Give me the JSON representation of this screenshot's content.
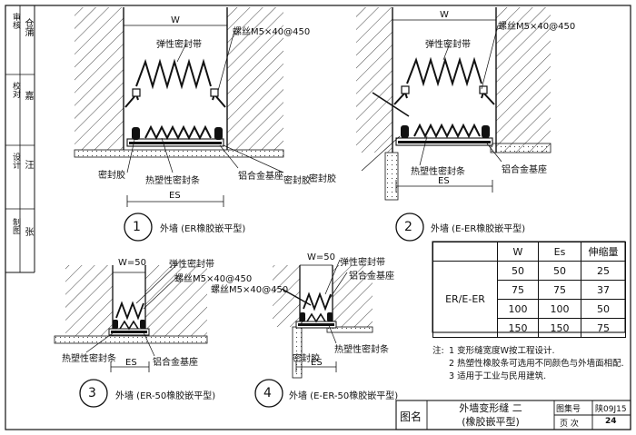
{
  "left_strip": {
    "cells": [
      "审核",
      "校对",
      "设计",
      "制图"
    ],
    "names": [
      "仓蒲",
      "嘉",
      "汪",
      "张"
    ]
  },
  "details": [
    {
      "number": "1",
      "caption": "外墙 (ER橡胶嵌平型)",
      "width_label": "W",
      "es_label": "ES",
      "labels": {
        "seal_band": "弹性密封带",
        "screw": "螺丝M5×40@450",
        "sealant": "密封胶",
        "filler": "热塑性密封条",
        "base": "铝合金基座"
      }
    },
    {
      "number": "2",
      "caption": "外墙 (E-ER橡胶嵌平型)",
      "width_label": "W",
      "es_label": "ES",
      "labels": {
        "seal_band": "弹性密封带",
        "screw": "螺丝M5×40@450",
        "sealant": "密封胶",
        "filler": "热塑性密封条",
        "base": "铝合金基座"
      }
    },
    {
      "number": "3",
      "caption": "外墙 (ER-50橡胶嵌平型)",
      "width_label": "W=50",
      "es_label": "ES",
      "labels": {
        "seal_band": "弹性密封带",
        "screw": "螺丝M5×40@450",
        "filler": "热塑性密封条",
        "base": "铝合金基座"
      }
    },
    {
      "number": "4",
      "caption": "外墙 (E-ER-50橡胶嵌平型)",
      "width_label": "W=50",
      "es_label": "ES",
      "labels": {
        "seal_band": "弹性密封带",
        "base": "铝合金基座",
        "screw": "螺丝M5×40@450",
        "sealant": "密封胶",
        "filler": "热塑性密封条"
      }
    }
  ],
  "spec_table": {
    "row_label": "ER/E-ER",
    "headers": [
      "W",
      "Es",
      "伸缩量"
    ],
    "rows": [
      [
        "50",
        "50",
        "25"
      ],
      [
        "75",
        "75",
        "37"
      ],
      [
        "100",
        "100",
        "50"
      ],
      [
        "150",
        "150",
        "75"
      ]
    ]
  },
  "notes": {
    "title": "注:",
    "items": [
      "1 变形缝宽度W按工程设计.",
      "2 热塑性橡胶条可选用不同颜色与外墙面相配.",
      "3 适用于工业与民用建筑."
    ]
  },
  "title_block": {
    "label": "图名",
    "title_line1": "外墙变形缝 二",
    "title_line2": "(橡胶嵌平型)",
    "atlas_label": "图集号",
    "atlas_value": "陕09J15",
    "page_label": "页 次",
    "page_value": "24"
  }
}
